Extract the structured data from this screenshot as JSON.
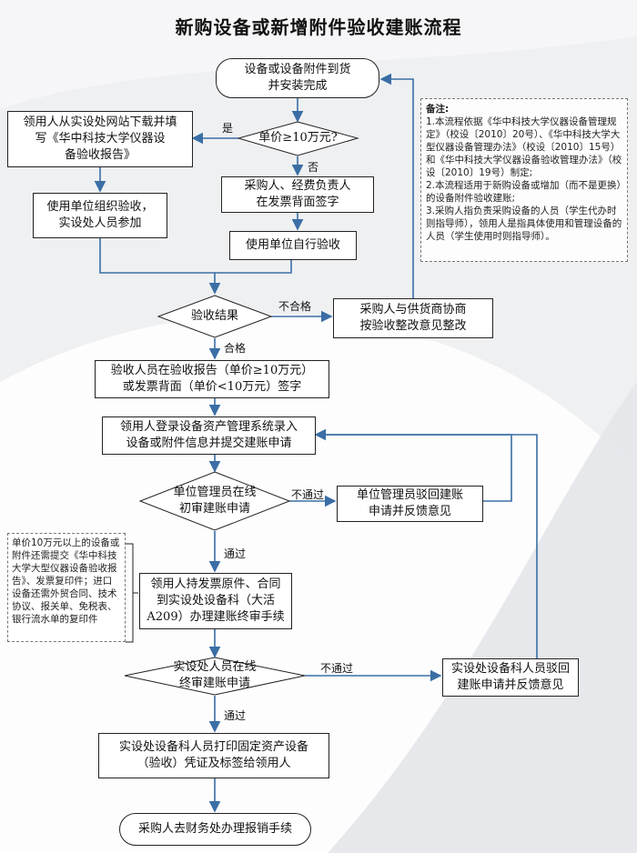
{
  "title": "新购设备或新增附件验收建账流程",
  "nodes": {
    "start": "设备或设备附件到货\n并安装完成",
    "price_decision": "单价≥10万元?",
    "download_form": "领用人从实设处网站下载并填\n写《华中科技大学仪器设\n备验收报告》",
    "unit_acceptance": "使用单位组织验收，\n实设处人员参加",
    "buyer_sign": "采购人、经费负责人\n在发票背面签字",
    "self_acceptance": "使用单位自行验收",
    "result_decision": "验收结果",
    "rectify": "采购人与供货商协商\n按验收整改意见整改",
    "acceptor_sign": "验收人员在验收报告（单价≥10万元）\n或发票背面（单价<10万元）签字",
    "register": "领用人登录设备资产管理系统录入\n设备或附件信息并提交建账申请",
    "unit_review": "单位管理员在线\n初审建账申请",
    "unit_reject": "单位管理员驳回建账\n申请并反馈意见",
    "final_submit": "领用人持发票原件、合同\n到实设处设备科（大活\nA209）办理建账终审手续",
    "final_review": "实设处人员在线\n终审建账申请",
    "final_reject": "实设处设备科人员驳回\n建账申请并反馈意见",
    "print": "实设处设备科人员打印固定资产设备\n（验收）凭证及标签给领用人",
    "end": "采购人去财务处办理报销手续"
  },
  "edge_labels": {
    "yes": "是",
    "no": "否",
    "fail": "不合格",
    "pass": "合格",
    "reject1": "不通过",
    "approve1": "通过",
    "reject2": "不通过",
    "approve2": "通过"
  },
  "notes": {
    "heading": "备注:",
    "items": [
      "1.本流程依据《华中科技大学仪器设备管理规定》（校设〔2010〕20号）、《华中科技大学大型仪器设备管理办法》（校设〔2010〕15号）和《华中科技大学仪器设备验收管理办法》（校设〔2010〕19号）制定;",
      "2.本流程适用于新购设备或增加（而不是更换）的设备附件验收建账;",
      "3.采购人指负责采购设备的人员（学生代办时则指导师），领用人是指具体使用和管理设备的人员（学生使用时则指导师）。"
    ]
  },
  "side_note": "单价10万元以上的设备或附件还需提交《华中科技大学大型仪器设备验收报告》、发票复印件；进口设备还需外贸合同、技术协议、报关单、免税表、银行流水单的复印件",
  "colors": {
    "arrow": "#3a6ea5",
    "line": "#222222",
    "swoosh": "#ffffff"
  }
}
